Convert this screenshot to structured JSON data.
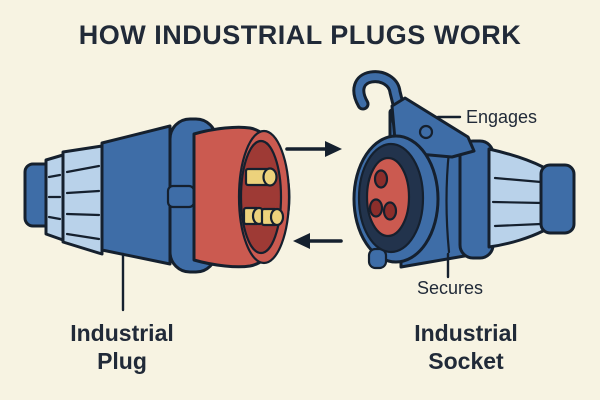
{
  "title": "HOW INDUSTRIAL PLUGS WORK",
  "plug": {
    "label": [
      "Industrial",
      "Plug"
    ],
    "parts": {
      "pins_count": 3,
      "pin_color_name": "yellow"
    }
  },
  "socket": {
    "label": [
      "Industrial",
      "Socket"
    ],
    "parts": {
      "holes_count": 3,
      "latch": "hook-latch"
    }
  },
  "callouts": {
    "engages": "Engages",
    "secures": "Secures"
  },
  "arrows": {
    "top": "right",
    "bottom": "left"
  },
  "icons": {
    "top_arrow": "arrow-right",
    "bottom_arrow": "arrow-left",
    "latch": "hook-latch-icon"
  },
  "colors": {
    "background": "#f7f3e2",
    "body_blue": "#3e6da7",
    "gland_blue": "#b9d2ea",
    "ring_navy": "#22334c",
    "connector_red": "#cb5a50",
    "face_dark_red": "#9e3a35",
    "hole_dark_red": "#8c2e2b",
    "pin_yellow": "#ecd27c",
    "line_ink": "#15202e",
    "title_ink": "#212a38"
  }
}
